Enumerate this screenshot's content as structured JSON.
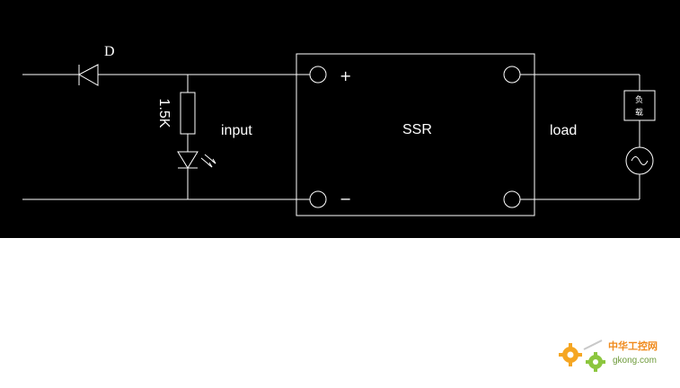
{
  "diagram": {
    "diode_label": "D",
    "resistor_label": "1.5K",
    "input_label": "input",
    "ssr_label": "SSR",
    "load_label": "load",
    "plus_sign": "+",
    "minus_sign": "−",
    "load_box_text_1": "负",
    "load_box_text_2": "载",
    "colors": {
      "background": "#000000",
      "lines": "#ffffff"
    }
  },
  "watermark": {
    "cn_text": "中华工控网",
    "url_text": "gkong.com",
    "colors": {
      "gear_orange": "#f5a623",
      "gear_green": "#8cc63f",
      "text_orange": "#f08a1c"
    }
  }
}
